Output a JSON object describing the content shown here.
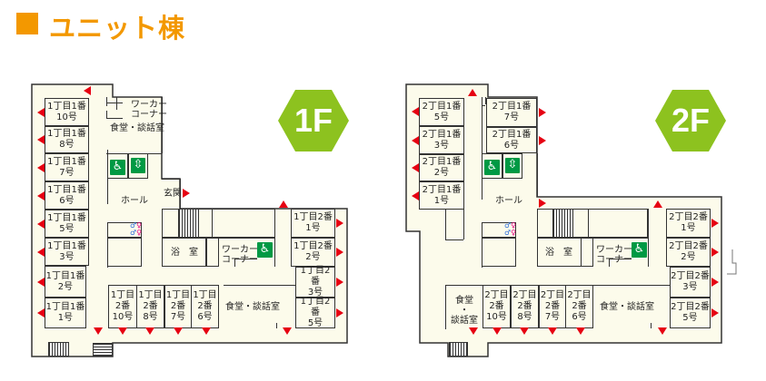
{
  "title": "ユニット棟",
  "colors": {
    "accent": "#f39800",
    "badge": "#8dc21f",
    "arrow": "#e60012",
    "floor": "#fcfbeb",
    "icon": "#009944"
  },
  "floors": [
    {
      "badge": "1F",
      "rooms": [
        "1丁目1番\n10号",
        "1丁目1番\n8号",
        "1丁目1番\n7号",
        "1丁目1番\n6号",
        "1丁目1番\n5号",
        "1丁目1番\n3号",
        "1丁目1番\n2号",
        "1丁目1番\n1号",
        "1丁目2番\n1号",
        "1丁目2番\n2号",
        "1丁目2番\n3号",
        "1丁目2番\n5号",
        "1丁目\n2番\n10号",
        "1丁目\n2番\n8号",
        "1丁目\n2番\n7号",
        "1丁目\n2番\n6号"
      ],
      "facilities": {
        "dining_top": "食堂・談話室",
        "worker_top": "ワーカー\nコーナー",
        "hall": "ホール",
        "entrance": "玄関",
        "bath": "浴　室",
        "worker_mid": "ワーカー\nコーナー",
        "dining_bottom": "食堂・談話室"
      }
    },
    {
      "badge": "2F",
      "rooms": [
        "2丁目1番\n5号",
        "2丁目1番\n3号",
        "2丁目1番\n2号",
        "2丁目1番\n1号",
        "2丁目1番\n7号",
        "2丁目1番\n6号",
        "2丁目2番\n1号",
        "2丁目2番\n2号",
        "2丁目2番\n3号",
        "2丁目2番\n5号",
        "2丁目\n2番\n10号",
        "2丁目\n2番\n8号",
        "2丁目\n2番\n7号",
        "2丁目\n2番\n6号"
      ],
      "facilities": {
        "dining_left": "食堂\n・\n談話室",
        "hall": "ホール",
        "bath": "浴　室",
        "worker_mid": "ワーカー\nコーナー",
        "dining_bottom": "食堂・談話室"
      }
    }
  ]
}
